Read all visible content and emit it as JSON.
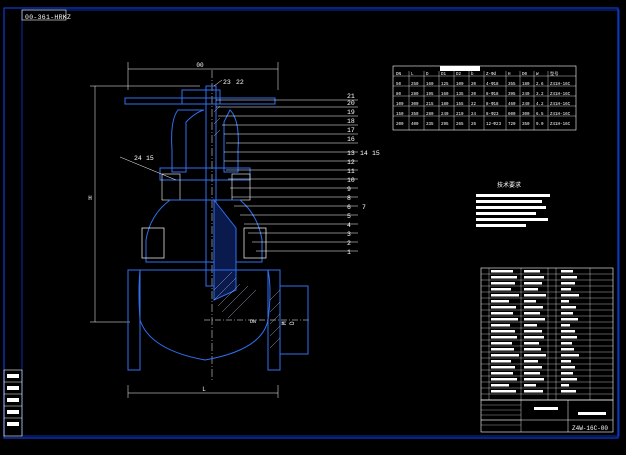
{
  "sheet": {
    "code_tag": "00-361-HRKZ",
    "drawing_number": "Z4W-16C-00",
    "notes_title": "技术要求"
  },
  "dimensions": {
    "top_width": "00",
    "overall_height": "H",
    "length": "L",
    "bore_a": "M",
    "bore_b": "D",
    "flow_mark": "DN"
  },
  "balloons": {
    "top": [
      "23",
      "22"
    ],
    "left": [
      "24",
      "15"
    ],
    "right": [
      "21",
      "20",
      "19",
      "18",
      "17",
      "16",
      "13",
      "12",
      "11",
      "10",
      "9",
      "8",
      "7",
      "6",
      "5",
      "4",
      "3",
      "2",
      "1",
      "14",
      "15"
    ]
  },
  "spec_table": {
    "header_row": [
      "DN",
      "L",
      "D",
      "D1",
      "D2",
      "b",
      "Z-Φd",
      "H",
      "D0",
      "W",
      "型号"
    ],
    "rows": [
      [
        "50",
        "250",
        "160",
        "125",
        "100",
        "20",
        "4-Φ18",
        "355",
        "180",
        "2.6",
        "Z41H-16C"
      ],
      [
        "80",
        "280",
        "195",
        "160",
        "135",
        "20",
        "8-Φ18",
        "395",
        "240",
        "3.2",
        "Z41H-16C"
      ],
      [
        "100",
        "300",
        "215",
        "180",
        "155",
        "22",
        "8-Φ18",
        "460",
        "240",
        "4.2",
        "Z41H-16C"
      ],
      [
        "150",
        "350",
        "280",
        "240",
        "210",
        "24",
        "8-Φ23",
        "600",
        "300",
        "6.5",
        "Z41H-16C"
      ],
      [
        "200",
        "400",
        "335",
        "295",
        "265",
        "26",
        "12-Φ23",
        "720",
        "350",
        "9.0",
        "Z41H-16C"
      ]
    ]
  },
  "colors": {
    "background": "#000000",
    "line": "#ffffff",
    "frame": "#0d3bd6",
    "outline": "#2f6ff0",
    "hatch": "#b9cbe8",
    "leader": "#ffffff"
  }
}
